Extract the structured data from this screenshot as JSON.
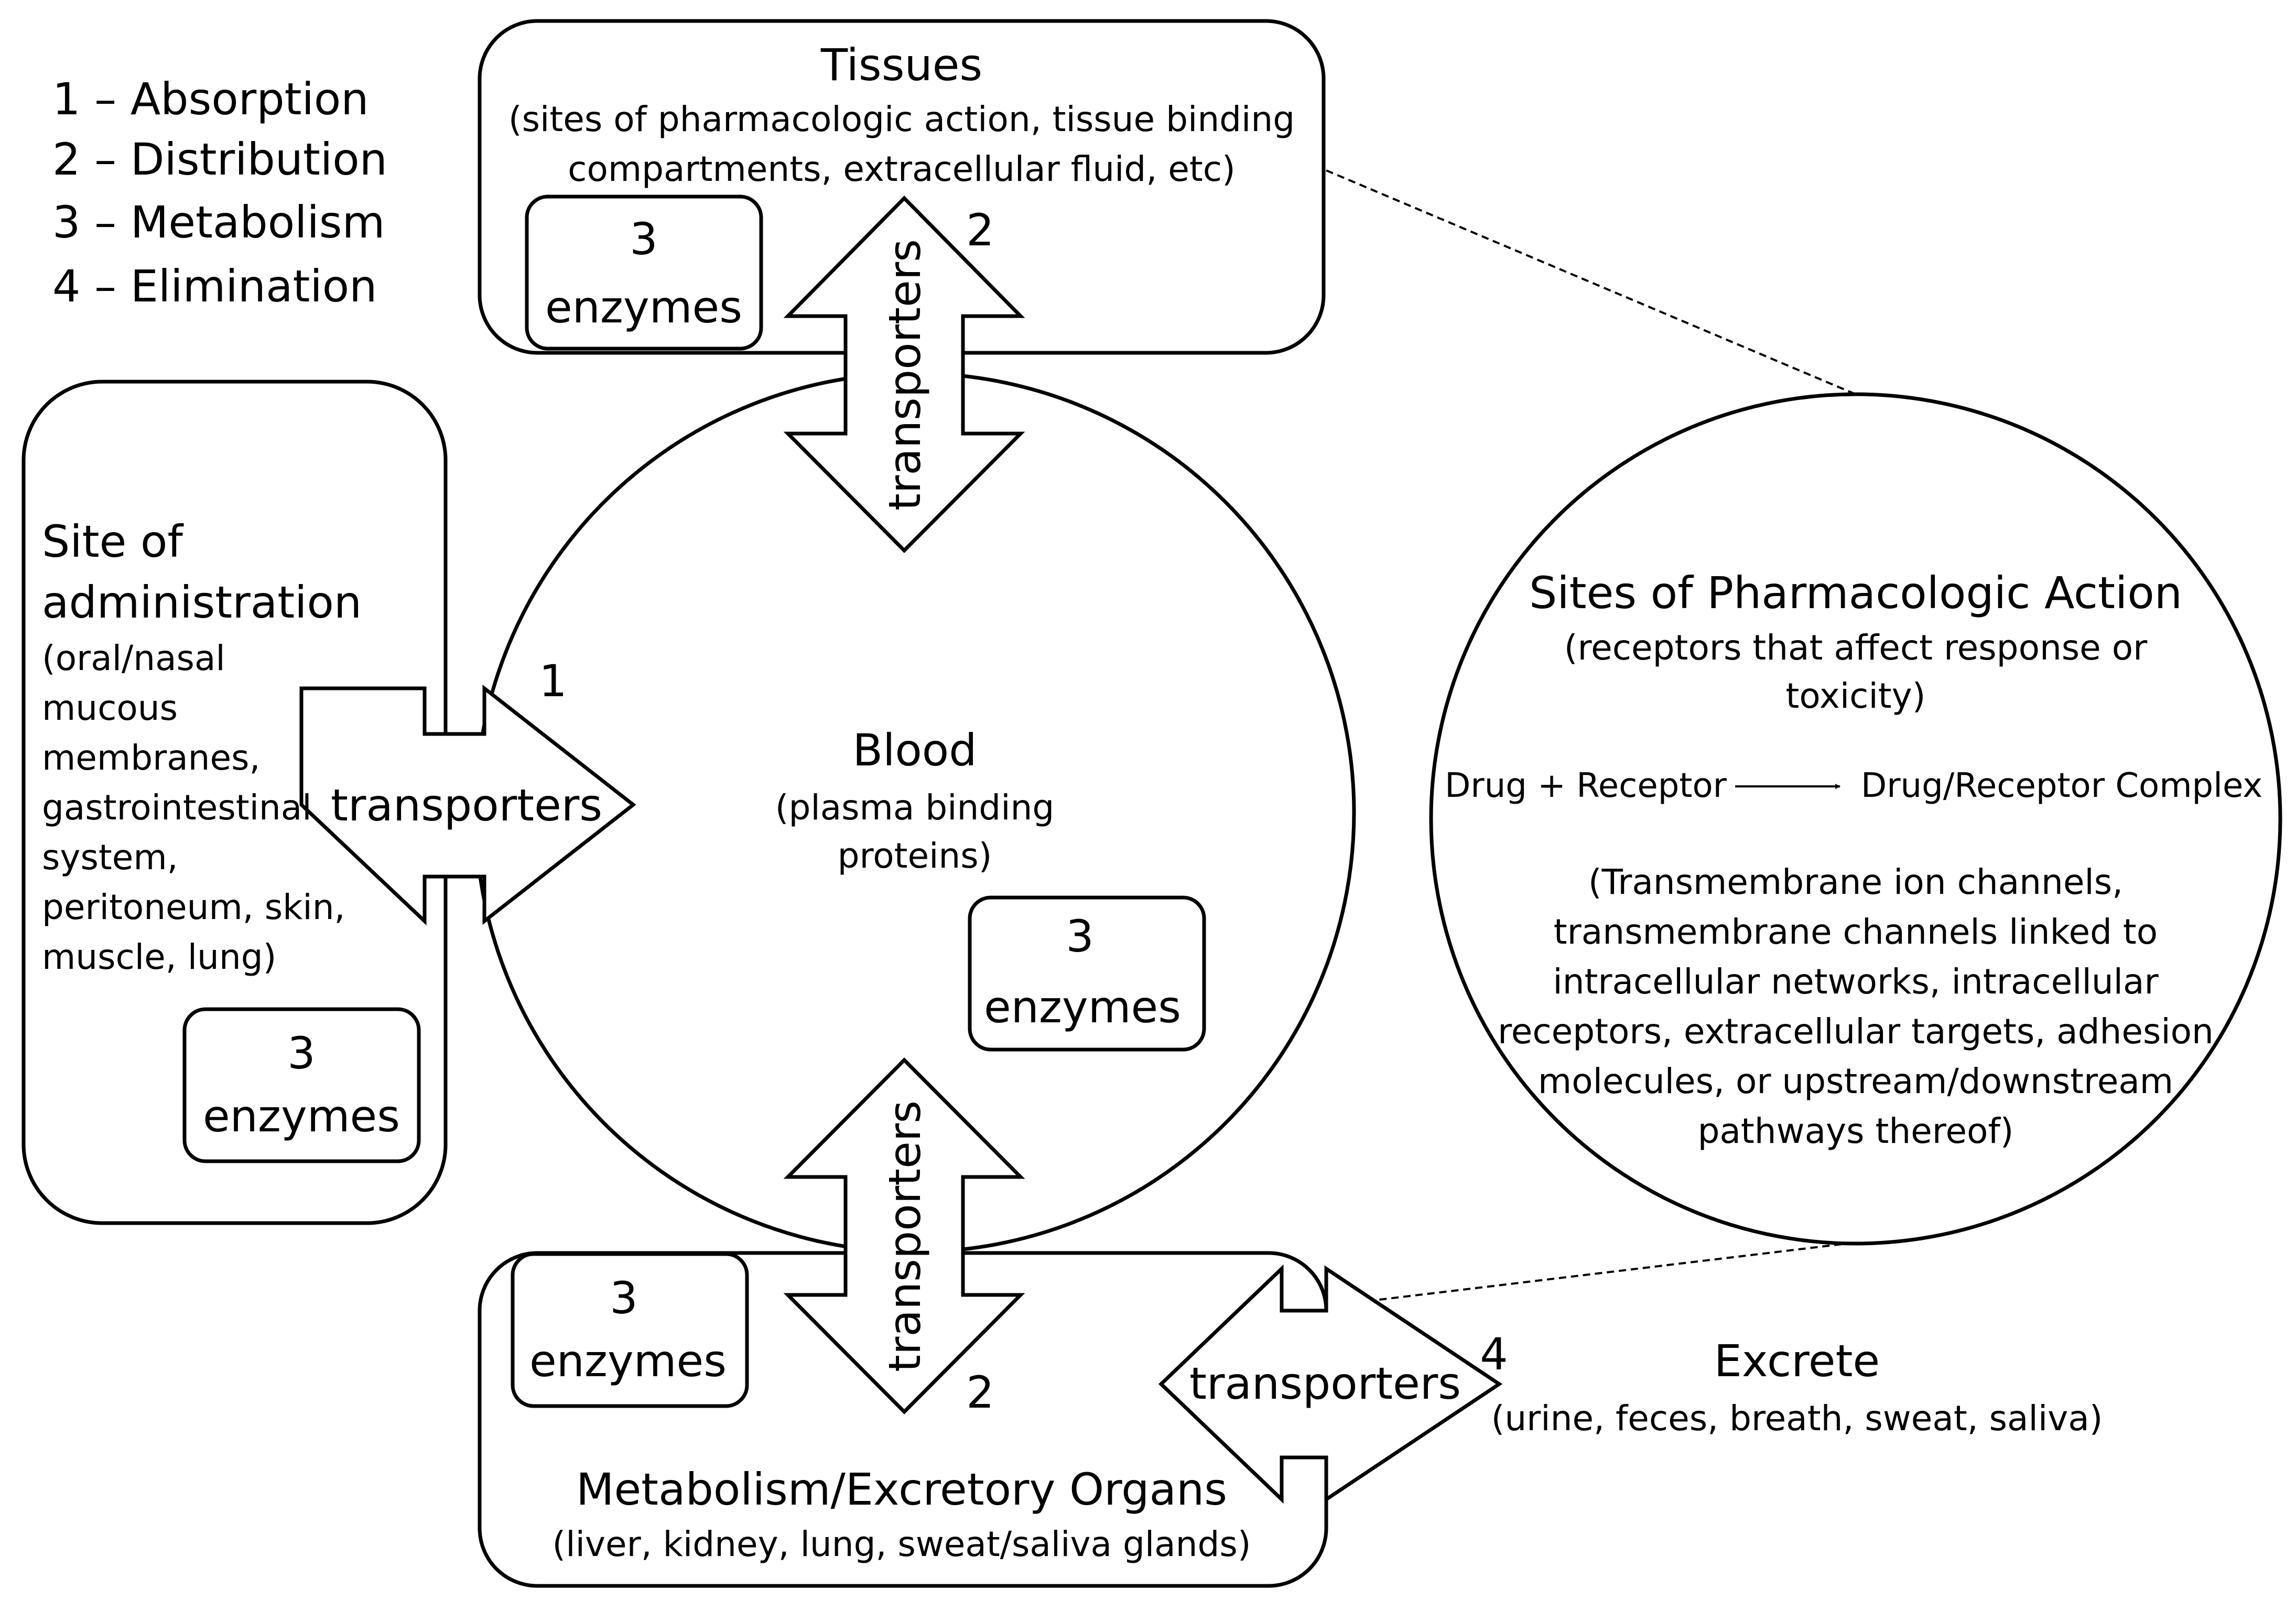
{
  "legend": [
    "1 – Absorption",
    "2 – Distribution",
    "3 – Metabolism",
    "4 – Elimination"
  ],
  "tissues": {
    "title": "Tissues",
    "desc_line1": "(sites of pharmacologic action, tissue binding",
    "desc_line2": "compartments, extracellular fluid, etc)",
    "enzyme_number": "3",
    "enzyme_label": "enzymes",
    "step_number": "2"
  },
  "site_of_administration": {
    "title_line1": "Site of",
    "title_line2": "administration",
    "desc_lines": [
      "(oral/nasal",
      "mucous",
      "membranes,",
      "gastrointestinal",
      "system,",
      "peritoneum, skin,",
      "muscle, lung)"
    ],
    "enzyme_number": "3",
    "enzyme_label": "enzymes"
  },
  "blood": {
    "title": "Blood",
    "desc_line1": "(plasma binding",
    "desc_line2": "proteins)",
    "enzyme_number": "3",
    "enzyme_label": "enzymes"
  },
  "metabolism_organs": {
    "title": "Metabolism/Excretory Organs",
    "desc": "(liver, kidney, lung, sweat/saliva glands)",
    "enzyme_number": "3",
    "enzyme_label": "enzymes",
    "step_number": "2"
  },
  "absorption_step_number": "1",
  "elimination_step_number": "4",
  "transporter_label": "transporters",
  "excrete": {
    "title": "Excrete",
    "desc": "(urine, feces, breath, sweat, saliva)"
  },
  "pharmacologic_site": {
    "title": "Sites of Pharmacologic Action",
    "desc_line1": "(receptors that affect response or",
    "desc_line2": "toxicity)",
    "reaction_left": "Drug + Receptor",
    "reaction_right": "Drug/Receptor Complex",
    "detail_lines": [
      "(Transmembrane ion channels,",
      "transmembrane channels linked to",
      "intracellular networks, intracellular",
      "receptors, extracellular targets, adhesion",
      "molecules, or upstream/downstream",
      "pathways thereof)"
    ]
  }
}
